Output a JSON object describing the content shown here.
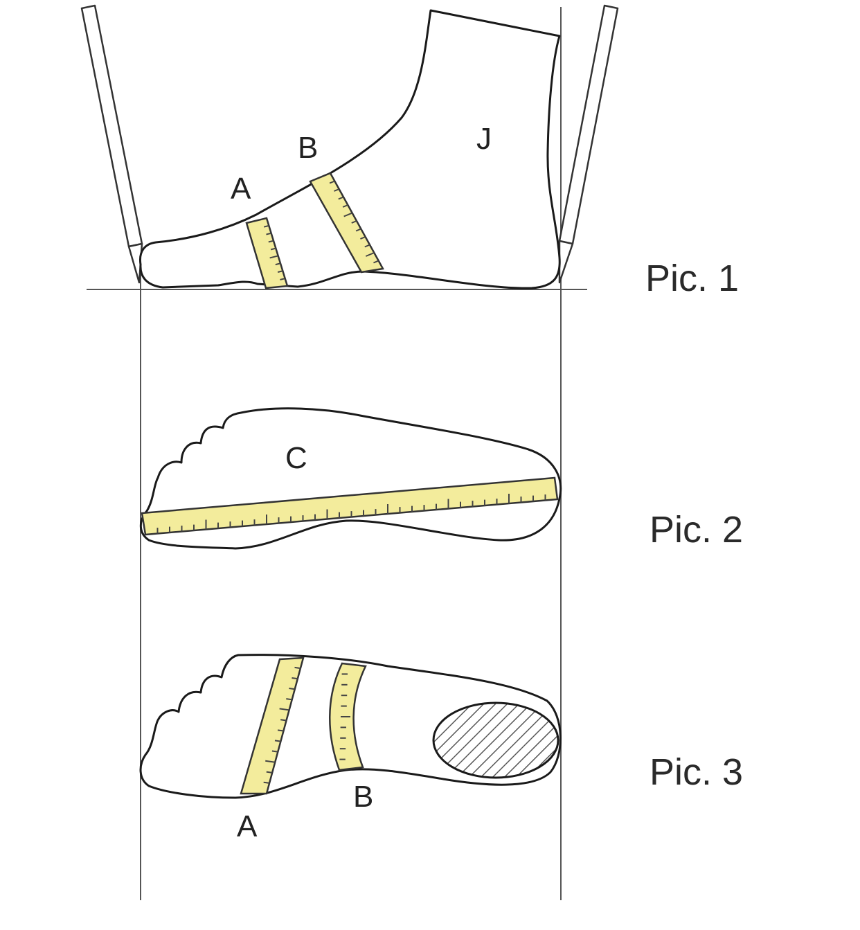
{
  "labels": {
    "pic1": {
      "caption": "Pic. 1",
      "point_a": "A",
      "point_b": "B",
      "point_j": "J"
    },
    "pic2": {
      "caption": "Pic. 2",
      "point_c": "C"
    },
    "pic3": {
      "caption": "Pic. 3",
      "point_a": "A",
      "point_b": "B"
    }
  },
  "colors": {
    "tape": "#f3ec9c",
    "outline": "#1a1a1a",
    "heel_hatch": "#555555"
  }
}
